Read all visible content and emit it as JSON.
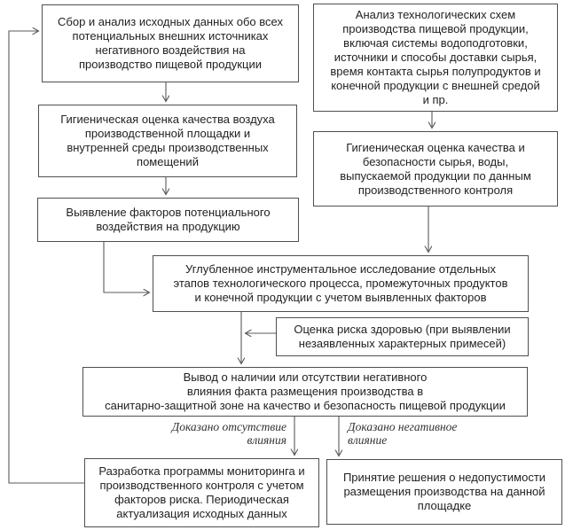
{
  "diagram": {
    "boxes": {
      "collect": "Сбор и анализ исходных данных обо всех\nпотенциальных внешних источниках\nнегативного воздействия на\nпроизводство пищевой продукции",
      "tech_analysis": "Анализ технологических схем\nпроизводства пищевой продукции,\nвключая системы водоподготовки,\nисточники и способы доставки сырья,\nвремя контакта сырья полупродуктов и\nконечной продукции с внешней средой\nи пр.",
      "air_quality": "Гигиеническая оценка качества воздуха\nпроизводственной площадки и\nвнутренней среды производственных\nпомещений",
      "raw_quality": "Гигиеническая оценка качества и\nбезопасности сырья, воды,\nвыпускаемой продукции по данным\nпроизводственного контроля",
      "factors": "Выявление факторов потенциального\nвоздействия на продукцию",
      "deep_research": "Углубленное инструментальное исследование отдельных\nэтапов технологического процесса, промежуточных продуктов\nи конечной продукции с учетом выявленных факторов",
      "risk": "Оценка риска здоровью (при выявлении\nнезаявленных характерных примесей)",
      "conclusion": "Вывод о наличии или отсутствии негативного\nвлияния факта размещения производства в\nсанитарно-защитной зоне на качество и безопасность пищевой продукции",
      "monitoring": "Разработка программы мониторинга и\nпроизводственного контроля с учетом\nфакторов риска. Периодическая\nактуализация исходных данных",
      "decision": "Принятие решения о недопустимости\nразмещения производства на данной\nплощадке"
    },
    "labels": {
      "no_influence": "Доказано отсутствие\nвлияния",
      "negative_influence": "Доказано негативное\nвлияние"
    },
    "colors": {
      "border": "#4f4f4f",
      "line": "#5a5a5a",
      "text": "#222222",
      "background": "#ffffff"
    }
  }
}
